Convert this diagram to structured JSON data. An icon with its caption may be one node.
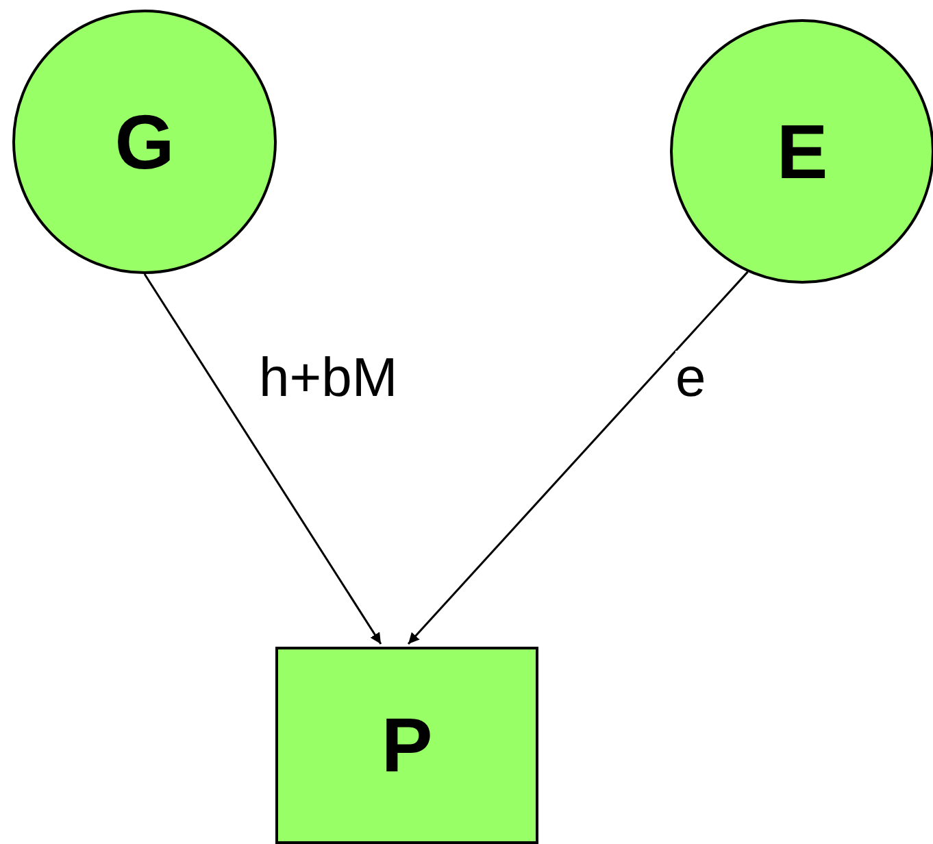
{
  "diagram": {
    "nodes": [
      {
        "text": [
          "G"
        ]
      },
      {
        "text": [
          "E"
        ]
      },
      {
        "text": [
          "P"
        ]
      }
    ],
    "edges": [
      {
        "from": 0,
        "to": 2,
        "arrow": "to",
        "label": "h+bM"
      },
      {
        "from": 1,
        "to": 2,
        "arrow": "to",
        "label": "e"
      }
    ]
  }
}
